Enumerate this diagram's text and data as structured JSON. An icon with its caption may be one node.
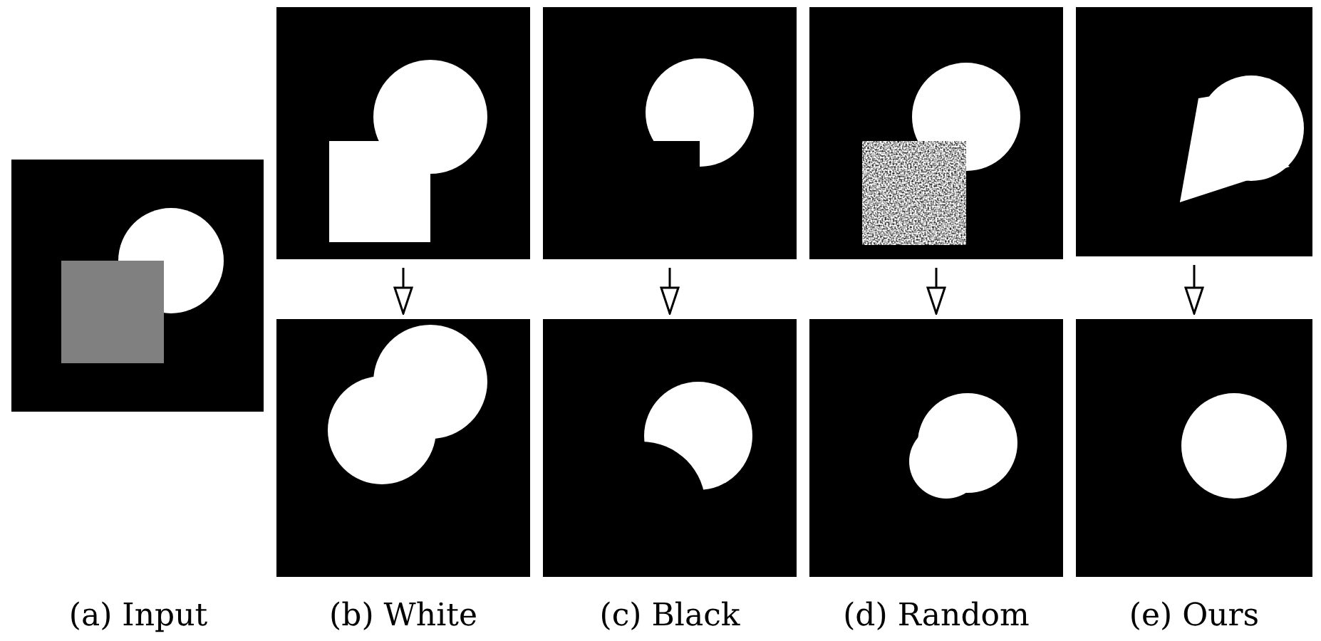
{
  "diagram": {
    "nodes": [
      {
        "text": [],
        "shape": "picture"
      },
      {
        "text": [],
        "shape": "picture"
      },
      {
        "text": [],
        "shape": "picture"
      },
      {
        "text": [],
        "shape": "picture"
      },
      {
        "text": [],
        "shape": "picture"
      },
      {
        "text": [],
        "shape": "picture"
      },
      {
        "text": [],
        "shape": "picture"
      },
      {
        "text": [],
        "shape": "picture"
      },
      {
        "text": [],
        "shape": "picture"
      }
    ],
    "edges": [
      {
        "from": 1,
        "to": 5,
        "arrow": "to"
      },
      {
        "from": 2,
        "to": 6,
        "arrow": "to"
      },
      {
        "from": 3,
        "to": 7,
        "arrow": "to"
      },
      {
        "from": 4,
        "to": 8,
        "arrow": "to"
      }
    ],
    "labels": [
      "(a) Input",
      "(b) White",
      "(c) Black",
      "(d) Random",
      "(e) Ours"
    ]
  }
}
